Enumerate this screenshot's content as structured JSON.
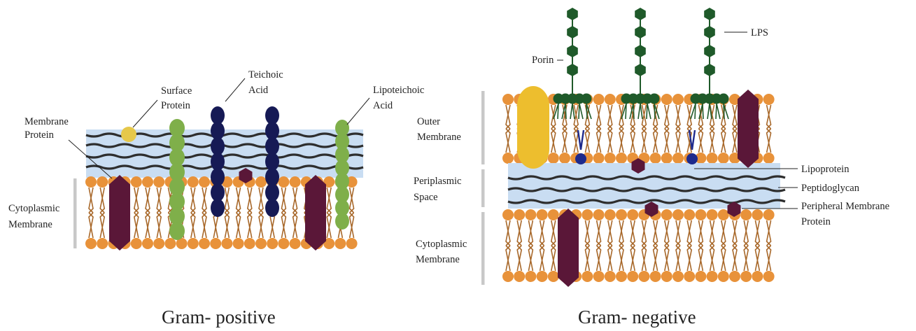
{
  "gram_positive": {
    "title": "Gram- positive",
    "labels": {
      "membrane_protein": [
        "Membrane",
        "Protein"
      ],
      "surface_protein": [
        "Surface",
        "Protein"
      ],
      "teichoic_acid": [
        "Teichoic",
        "Acid"
      ],
      "lipoteichoic_acid": [
        "Lipoteichoic",
        "Acid"
      ],
      "cytoplasmic_membrane": [
        "Cytoplasmic",
        "Membrane"
      ]
    }
  },
  "gram_negative": {
    "title": "Gram- negative",
    "labels": {
      "porin": "Porin",
      "lps": "LPS",
      "outer_membrane": [
        "Outer",
        "Membrane"
      ],
      "periplasmic_space": [
        "Periplasmic",
        "Space"
      ],
      "cytoplasmic_membrane": [
        "Cytoplasmic",
        "Membrane"
      ],
      "lipoprotein": "Lipoprotein",
      "peptidoglycan": "Peptidoglycan",
      "peripheral_membrane_protein": [
        "Peripheral Membrane",
        "Protein"
      ]
    }
  },
  "colors": {
    "lipid_head": "#E8923A",
    "lipid_tail": "#A8682A",
    "peptidoglycan_bg": "#C9DDF2",
    "peptidoglycan_strand": "#2E2E2E",
    "membrane_protein": "#5A1738",
    "surface_protein": "#E6C84A",
    "teichoic_acid": "#161A55",
    "lipoteichoic_acid": "#7FAF4A",
    "porin": "#EDBE2E",
    "lps": "#1F5A2A",
    "lipoprotein": "#1E2A8C",
    "bracket": "#C8C8C8"
  }
}
